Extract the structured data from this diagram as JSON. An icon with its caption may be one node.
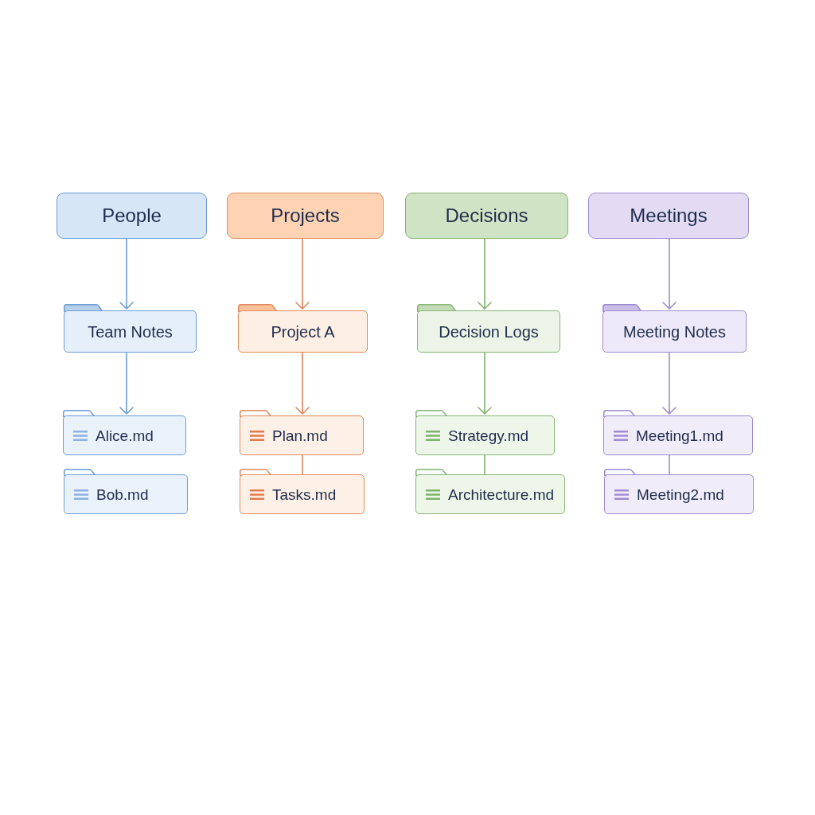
{
  "diagram": {
    "nodes": [
      {
        "text": [
          "People"
        ]
      },
      {
        "text": [
          "Projects"
        ]
      },
      {
        "text": [
          "Decisions"
        ]
      },
      {
        "text": [
          "Meetings"
        ]
      },
      {
        "text": [
          "Team Notes"
        ]
      },
      {
        "text": [
          "Project A"
        ]
      },
      {
        "text": [
          "Decision Logs"
        ]
      },
      {
        "text": [
          "Meeting Notes"
        ]
      },
      {
        "text": [
          "Alice.md"
        ]
      },
      {
        "text": [
          "Plan.md"
        ]
      },
      {
        "text": [
          "Strategy.md"
        ]
      },
      {
        "text": [
          "Meeting1.md"
        ]
      },
      {
        "text": [
          "Bob.md"
        ]
      },
      {
        "text": [
          "Tasks.md"
        ]
      },
      {
        "text": [
          "Architecture.md"
        ]
      },
      {
        "text": [
          "Meeting2.md"
        ]
      }
    ],
    "edges": [
      {
        "from": 0,
        "to": 4,
        "arrow": "to",
        "color": "#6a9bd4"
      },
      {
        "from": 1,
        "to": 5,
        "arrow": "to",
        "color": "#e0825a"
      },
      {
        "from": 2,
        "to": 6,
        "arrow": "to",
        "color": "#80b06e"
      },
      {
        "from": 3,
        "to": 7,
        "arrow": "to",
        "color": "#9b89cf"
      },
      {
        "from": 4,
        "to": 8,
        "arrow": "to",
        "color": "#6a9bd4"
      },
      {
        "from": 5,
        "to": 9,
        "arrow": "to",
        "color": "#e0825a"
      },
      {
        "from": 6,
        "to": 10,
        "arrow": "to",
        "color": "#80b06e"
      },
      {
        "from": 7,
        "to": 11,
        "arrow": "to",
        "color": "#9b89cf"
      },
      {
        "from": 9,
        "to": 13,
        "arrow": "none",
        "color": "#e0825a"
      },
      {
        "from": 10,
        "to": 14,
        "arrow": "none",
        "color": "#80b06e"
      },
      {
        "from": 11,
        "to": 15,
        "arrow": "none",
        "color": "#9b89cf"
      }
    ]
  }
}
